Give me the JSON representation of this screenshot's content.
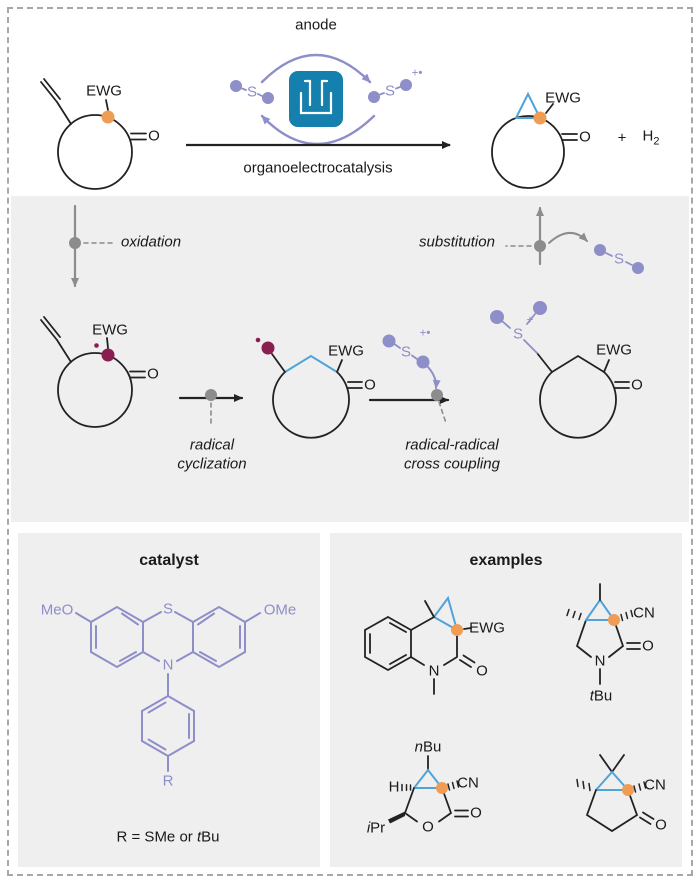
{
  "colors": {
    "purple": "#8E8EC9",
    "cell_blue": "#1580AE",
    "bond_blue": "#4FA3D9",
    "orange": "#EF9D55",
    "maroon": "#8A1E50",
    "gray": "#8C8C8C",
    "panel_bg": "#EFEFEF",
    "bond_black": "#222222"
  },
  "symbols": {
    "s": "S",
    "o": "O",
    "n": "N",
    "r": "R",
    "h": "H",
    "h_sub": "2",
    "ewg": "EWG",
    "cn": "CN",
    "plus": "+",
    "radical_cation_charge": "+•",
    "cation_charge": "+"
  },
  "top_scheme": {
    "anode": "anode",
    "arrow_label": "organoelectrocatalysis"
  },
  "mechanism": {
    "oxidation": "oxidation",
    "substitution": "substitution",
    "radical_cyclization": [
      "radical",
      "cyclization"
    ],
    "cross_coupling": [
      "radical-radical",
      "cross coupling"
    ]
  },
  "catalyst_panel": {
    "title": "catalyst",
    "meo": "MeO",
    "ome": "OMe",
    "r_definition": {
      "prefix": "R = SMe or ",
      "italic": "t",
      "suffix": "Bu"
    }
  },
  "examples_panel": {
    "title": "examples",
    "tbu": {
      "italic": "t",
      "suffix": "Bu"
    },
    "nbu": {
      "italic": "n",
      "suffix": "Bu"
    },
    "ipr": {
      "italic": "i",
      "suffix": "Pr"
    }
  }
}
